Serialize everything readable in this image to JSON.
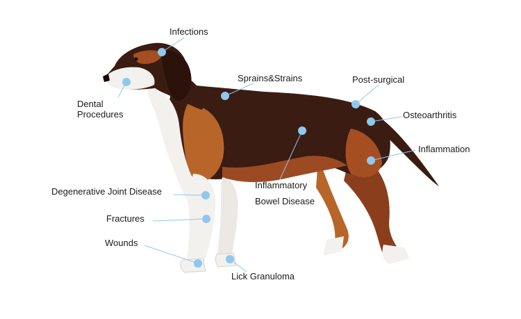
{
  "labels": {
    "infections": "Infections",
    "sprains": "Sprains&Strains",
    "postsurgical": "Post-surgical",
    "dental_line1": "Dental",
    "dental_line2": "Procedures",
    "osteoarthritis": "Osteoarthritis",
    "inflammation": "Inflammation",
    "ibd_line1": "Inflammatory",
    "ibd_line2": "Bowel Disease",
    "djd": "Degenerative Joint Disease",
    "fractures": "Fractures",
    "wounds": "Wounds",
    "lick": "Lick Granuloma"
  },
  "colors": {
    "marker": "#8ec8ee",
    "leader": "#8ec8ee",
    "coat_dark": "#3a1c12",
    "coat_tan": "#b8652a",
    "coat_white": "#f3f1ee"
  }
}
